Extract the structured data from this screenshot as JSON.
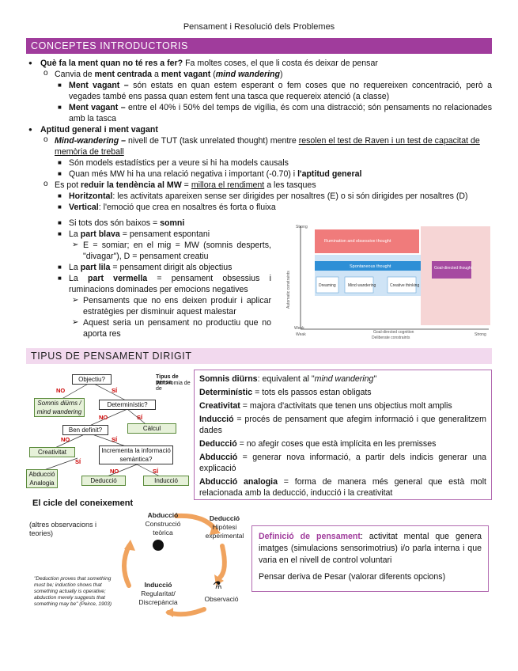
{
  "header": {
    "title": "Pensament i Resolució dels Problemes"
  },
  "section1": {
    "title": "CONCEPTES INTRODUCTORIS",
    "b1_q": "Què fa la ment quan no té res a fer?",
    "b1_rest": " Fa moltes coses, el que li costa és deixar de pensar",
    "b1_sub_pre": "Canvia de ",
    "b1_sub_b1": "ment centrada",
    "b1_sub_mid": " a ",
    "b1_sub_b2": "ment vagant",
    "b1_sub_open": " (",
    "b1_sub_i": "mind wandering",
    "b1_sub_close": ")",
    "mv1_label": "Ment vagant –",
    "mv1_text": " són estats en quan estem esperant o fem coses que no requereixen concentració, però a vegades també ens passa quan estem fent una tasca que requereix atenció (a classe)",
    "mv2_label": "Ment vagant –",
    "mv2_text": " entre el 40% i 50% del temps de vigília, és com una distracció; són pensaments no relacionades amb la tasca",
    "b2": "Aptitud general i ment vagant",
    "mw_label": "Mind-wandering –",
    "mw_pre": " nivell de TUT (task unrelated thought) mentre ",
    "mw_u": "resolen el test de Raven i un test de capacitat de memòria de treball",
    "models": "Són models estadístics per a veure si hi ha models causals",
    "quan_pre": "Quan més MW hi ha una relació negativa i important (-0.70) i ",
    "quan_b": "l'aptitud general",
    "espot_pre": "Es pot ",
    "espot_b": "reduir la tendència al MW",
    "espot_mid": " = ",
    "espot_u": "millora el rendiment",
    "espot_post": " a les tasques",
    "horit_b": "Horitzontal",
    "horit": ": les activitats apareixen sense ser dirigides per nosaltres (E) o si són dirigides per nosaltres (D)",
    "vert_b": "Vertical",
    "vert": ": l'emoció que crea en nosaltres és forta o fluixa",
    "baix_pre": "Si tots dos són baixos = ",
    "baix_b": "somni",
    "blava_pre": "La ",
    "blava_b": "part blava",
    "blava_post": " = pensament espontani",
    "blava_sub": "E = somiar; en el mig = MW (somnis desperts, \"divagar\"), D = pensament creatiu",
    "lila_pre": "La ",
    "lila_b": "part lila",
    "lila_post": " = pensament dirigit als objectius",
    "verm_pre": "La ",
    "verm_b": "part vermella",
    "verm_post": " = pensament obsessius i ruminacions dominades per emocions negatives",
    "verm_sub1": "Pensaments que no ens deixen produir i aplicar estratègies per disminuir aquest malestar",
    "verm_sub2": "Aquest seria un pensament no productiu que no aporta res"
  },
  "tut_chart": {
    "strong_top": "Strong",
    "weak_left": "Weak",
    "weak_bottom": "Weak",
    "strong_right": "Strong",
    "ylabel": "Automatic constraints",
    "xlabel": "Deliberate constraints",
    "xlabel2": "Goal-directed cognition",
    "rum": "Rumination and obsessive thought",
    "spont": "Spontaneous thought",
    "dream": "Dreaming",
    "mind": "Mind wandering",
    "creative": "Creative thinking",
    "goal": "Goal-directed thought",
    "colors": {
      "red": "#f07b7b",
      "blue": "#2e8fd6",
      "lightblue": "#cfe4f6",
      "purple": "#a64aa1",
      "pink": "#f6d5d5"
    }
  },
  "section2": {
    "title": "TIPUS DE PENSAMENT DIRIGIT",
    "tree": {
      "objectiu": "Objectiu?",
      "somnis": "Somnis diürns / mind wandering",
      "determ": "Determinístic?",
      "ben": "Ben definit?",
      "calcul": "Càlcul",
      "creat": "Creativitat",
      "increm": "Incrementa la informació semàntica?",
      "abduccio": "Abducció Analogia",
      "deduccio": "Deducció",
      "induccio": "Inducció",
      "no": "NO",
      "si": "SÍ",
      "side1": "Tipus de pensa",
      "side2": "Taxonomia de de"
    },
    "defs": [
      {
        "b": "Somnis diürns",
        "t": ": equivalent al \"",
        "i": "mind wandering",
        "t2": "\""
      },
      {
        "b": "Determinístic",
        "t": " = tots els passos estan obligats"
      },
      {
        "b": "Creativitat",
        "t": " = majora d'activitats que tenen uns objectius molt amplis"
      },
      {
        "b": "Inducció",
        "t": " = procés de pensament que afegim informació i que generalitzem dades"
      },
      {
        "b": "Deducció",
        "t": " = no afegir coses que està implícita en les premisses"
      },
      {
        "b": "Abducció",
        "t": " = generar nova informació, a partir dels indicis generar una explicació"
      },
      {
        "b": "Abducció analogia",
        "t": " = forma de manera més general que està molt relacionada amb la deducció, inducció i la creativitat"
      }
    ]
  },
  "cycle": {
    "title": "El cicle del coneixement",
    "abd": "Abducció",
    "abd2": "Construcció teòrica",
    "ded": "Deducció",
    "ded2": "Hipòtesi experimental",
    "obs": "Observació",
    "ind": "Inducció",
    "ind2": "Regularitat/ Discrepància",
    "altres": "(altres observacions i teories)",
    "quote": "\"Deduction proves that something must be; induction shows that something actually is operative; abduction merely suggests that something may be\" (Peirce, 1903)"
  },
  "definition": {
    "b": "Definició de pensament",
    "t": ": activitat mental que genera imatges (simulacions sensorimotrius) i/o parla interna i que varia en el nivell de control voluntari",
    "p2": "Pensar deriva de Pesar (valorar diferents opcions)"
  }
}
